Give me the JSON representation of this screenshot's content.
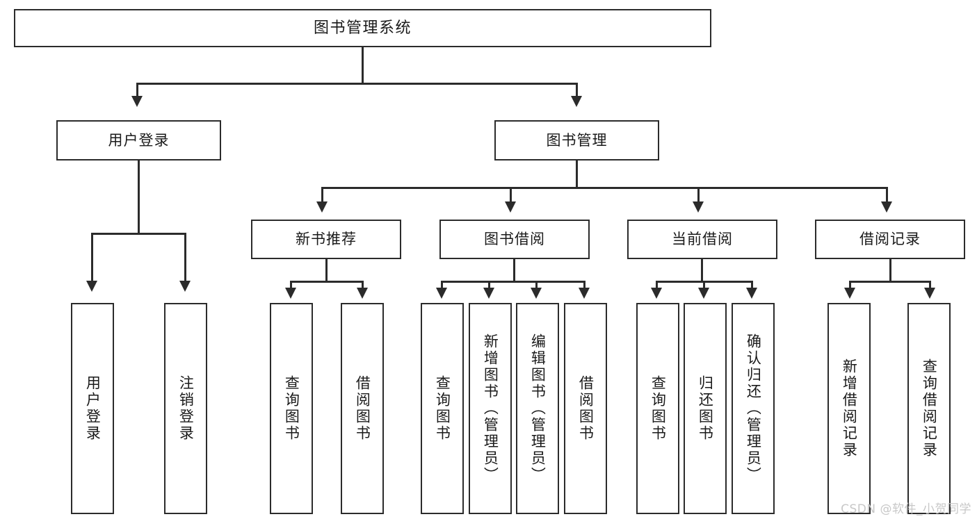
{
  "diagram": {
    "title": "图书管理系统",
    "watermark": "CSDN @软件_小贺同学",
    "colors": {
      "background": "#ffffff",
      "stroke": "#2b2b2b",
      "text": "#1a1a1a",
      "watermark": "#c8c8c8"
    },
    "nodes": {
      "root": {
        "label": "图书管理系统"
      },
      "level2": [
        {
          "label": "用户登录"
        },
        {
          "label": "图书管理"
        }
      ],
      "level3": [
        {
          "label": "新书推荐"
        },
        {
          "label": "图书借阅"
        },
        {
          "label": "当前借阅"
        },
        {
          "label": "借阅记录"
        }
      ],
      "leaves": {
        "user_login": [
          {
            "label": "用户登录"
          },
          {
            "label": "注销登录"
          }
        ],
        "new_book": [
          {
            "label": "查询图书"
          },
          {
            "label": "借阅图书"
          }
        ],
        "book_borrow": [
          {
            "label": "查询图书"
          },
          {
            "label": "新增图书（管理员）"
          },
          {
            "label": "编辑图书（管理员）"
          },
          {
            "label": "借阅图书"
          }
        ],
        "current_borrow": [
          {
            "label": "查询图书"
          },
          {
            "label": "归还图书"
          },
          {
            "label": "确认归还（管理员）"
          }
        ],
        "borrow_record": [
          {
            "label": "新增借阅记录"
          },
          {
            "label": "查询借阅记录"
          }
        ]
      }
    }
  }
}
